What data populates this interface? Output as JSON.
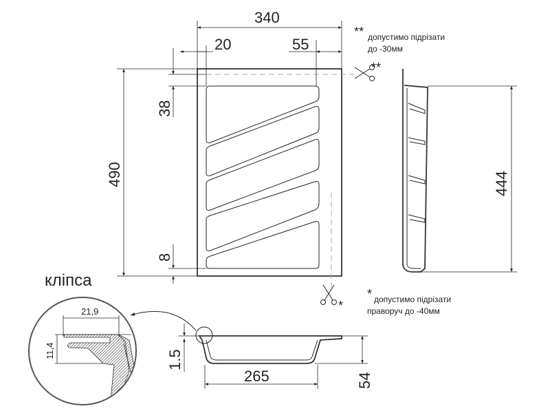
{
  "dimensions": {
    "width": "340",
    "left_edge": "20",
    "right_edge": "55",
    "depth": "490",
    "top_offset": "38",
    "bottom_offset": "8",
    "side_length": "444",
    "bottom_width": "265",
    "height": "54",
    "rim": "1.5",
    "clip_width": "21,9",
    "clip_height": "11,4"
  },
  "notes": {
    "top_mark": "**",
    "top_line1": "допустимо підрізати",
    "top_line2": "до -30мм",
    "right_mark": "*",
    "right_line1": "допустимо підрізати",
    "right_line2": "праворуч до -40мм"
  },
  "detail_label": "клiпса"
}
